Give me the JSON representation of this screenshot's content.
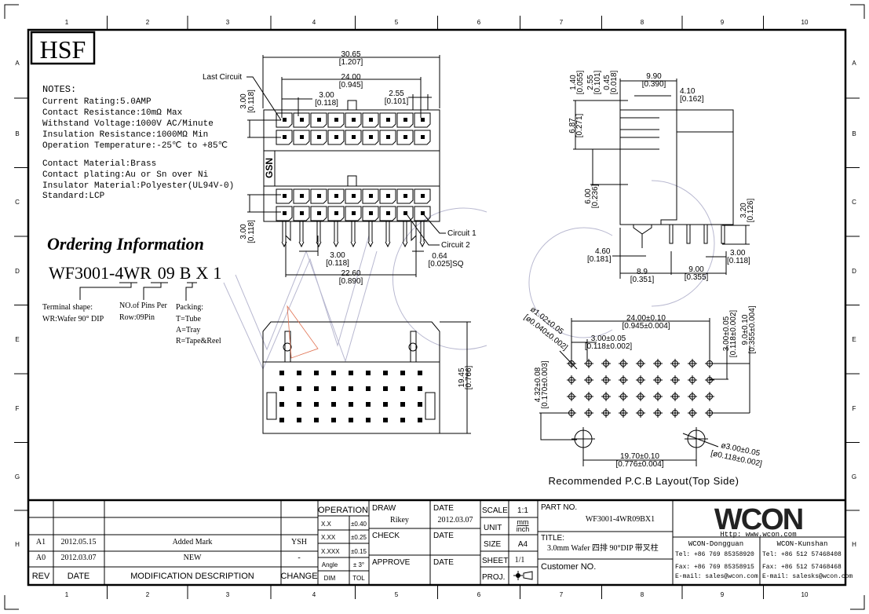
{
  "frame": {
    "columns": [
      "1",
      "2",
      "3",
      "4",
      "5",
      "6",
      "7",
      "8",
      "9",
      "10"
    ],
    "rows": [
      "A",
      "B",
      "C",
      "D",
      "E",
      "F",
      "G",
      "H"
    ]
  },
  "logo_hsf": "HSF",
  "notes": {
    "heading": "NOTES:",
    "lines": [
      "Current Rating:5.0AMP",
      "Contact Resistance:10mΩ Max",
      "Withstand Voltage:1000V AC/Minute",
      "Insulation Resistance:1000MΩ Min",
      "Operation Temperature:-25℃ to +85℃"
    ],
    "materials": [
      "Contact Material:Brass",
      "Contact plating:Au or Sn over Ni",
      "Insulator Material:Polyester(UL94V-0)",
      "Standard:LCP"
    ]
  },
  "ordering": {
    "title": "Ordering Information",
    "code_prefix": "WF3001-4",
    "code_wr": "WR",
    "code_pins": "09",
    "code_b": "B",
    "code_x": "X",
    "code_1": "1",
    "terminal_label": "Terminal shape:",
    "terminal_value": "WR:Wafer 90°  DIP",
    "pins_label": "NO.of Pins Per",
    "pins_value": "Row:09Pin",
    "packing_label": "Packing:",
    "packing_options": [
      "T=Tube",
      "A=Tray",
      "R=Tape&Reel"
    ]
  },
  "front_view": {
    "last_circuit": "Last Circuit",
    "circuit1": "Circuit 1",
    "circuit2": "Circuit 2",
    "brand_mark": "GSN",
    "dims": {
      "overall": "30.65",
      "overall_in": "[1.207]",
      "span": "24.00",
      "span_in": "[0.945]",
      "pitch": "3.00",
      "pitch_in": "[0.118]",
      "edge": "2.55",
      "edge_in": "[0.101]",
      "row_top": "3.00",
      "row_top_in": "[0.118]",
      "row_bot": "3.00",
      "row_bot_in": "[0.118]",
      "pin_pitch": "3.00",
      "pin_pitch_in": "[0.118]",
      "pin_sq": "0.64",
      "pin_sq_in": "[0.025]SQ",
      "peg_span": "22.60",
      "peg_span_in": "[0.890]"
    }
  },
  "side_view": {
    "dims": {
      "d140": "1.40",
      "d140_in": "[0.055]",
      "d255": "2.55",
      "d255_in": "[0.101]",
      "d045": "0.45",
      "d045_in": "[0.018]",
      "d990": "9.90",
      "d990_in": "[0.390]",
      "d410": "4.10",
      "d410_in": "[0.162]",
      "d687": "6.87",
      "d687_in": "[0.271]",
      "d600": "6.00",
      "d600_in": "[0.236]",
      "d320": "3.20",
      "d320_in": "[0.126]",
      "d460": "4.60",
      "d460_in": "[0.181]",
      "d300": "3.00",
      "d300_in": "[0.118]",
      "d89": "8.9",
      "d89_in": "[0.351]",
      "d900": "9.00",
      "d900_in": "[0.355]"
    }
  },
  "bottom_view": {
    "height": "19.45",
    "height_in": "[0.766]"
  },
  "pcb_layout": {
    "caption": "Recommended P.C.B Layout(Top Side)",
    "hole_dia": "ø1.02±0.05",
    "hole_dia_in": "[ø0.040±0.002]",
    "span": "24.00±0.10",
    "span_in": "[0.945±0.004]",
    "pitch": "3.00±0.05",
    "pitch_in": "[0.118±0.002]",
    "row_pitch": "3.00±0.05",
    "row_pitch_in": "[0.118±0.002]",
    "rows_span": "9.0±0.10",
    "rows_span_in": "[0.355±0.004]",
    "offset": "4.32±0.08",
    "offset_in": "[0.170±0.003]",
    "peg_span": "19.70±0.10",
    "peg_span_in": "[0.776±0.004]",
    "peg_dia": "ø3.00±0.05",
    "peg_dia_in": "[ø0.118±0.002]"
  },
  "revisions": {
    "headers": {
      "rev": "REV",
      "date": "DATE",
      "desc": "MODIFICATION  DESCRIPTION",
      "change": "CHANGE"
    },
    "rows": [
      {
        "rev": "A1",
        "date": "2012.05.15",
        "desc": "Added Mark",
        "change": "YSH"
      },
      {
        "rev": "A0",
        "date": "2012.03.07",
        "desc": "NEW",
        "change": "-"
      }
    ]
  },
  "tolerance": {
    "heading": "OPERATION",
    "rows": [
      {
        "dim": "X.X",
        "tol": "±0.40"
      },
      {
        "dim": "X.XX",
        "tol": "±0.25"
      },
      {
        "dim": "X.XXX",
        "tol": "±0.15"
      },
      {
        "dim": "Angle",
        "tol": "± 3°"
      }
    ],
    "dim_label": "DIM",
    "tol_label": "TOL"
  },
  "approvals": {
    "draw_label": "DRAW",
    "draw_value": "Rikey",
    "draw_date_label": "DATE",
    "draw_date": "2012.03.07",
    "check_label": "CHECK",
    "check_date_label": "DATE",
    "approve_label": "APPROVE",
    "approve_date_label": "DATE"
  },
  "sheet_info": {
    "scale_label": "SCALE",
    "scale": "1:1",
    "unit_label": "UNIT",
    "unit_top": "mm",
    "unit_bottom": "inch",
    "size_label": "SIZE",
    "size": "A4",
    "sheet_label": "SHEET",
    "sheet": "1/1",
    "proj_label": "PROJ."
  },
  "part": {
    "part_no_label": "PART  NO.",
    "part_no": "WF3001-4WR09BX1",
    "title_label": "TITLE:",
    "title": "3.0mm Wafer 四排 90°DIP 带叉柱",
    "customer_label": "Customer  NO."
  },
  "company": {
    "logo": "WCON",
    "url": "Http: www.wcon.com",
    "offices": [
      {
        "name": "WCON-Dongguan",
        "tel": "Tel: +86 769 85358920",
        "fax": "Fax: +86 769 85358915",
        "email": "E-mail: sales@wcon.com"
      },
      {
        "name": "WCON-Kunshan",
        "tel": "Tel: +86 512 57468408",
        "fax": "Fax: +86 512 57468468",
        "email": "E-mail: salesks@wcon.com"
      }
    ]
  }
}
